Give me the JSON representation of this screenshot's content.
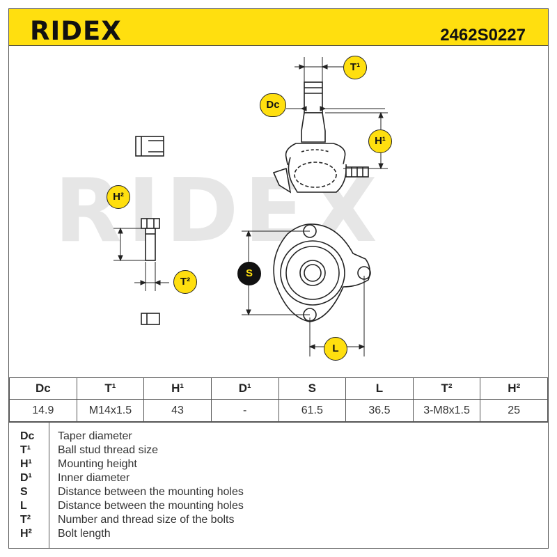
{
  "header": {
    "brand": "RIDEX",
    "part_number": "2462S0227"
  },
  "watermark": "RIDEX",
  "callouts": {
    "t1": "T¹",
    "dc": "Dc",
    "h1": "H¹",
    "h2": "H²",
    "t2": "T²",
    "s": "S",
    "l": "L"
  },
  "spec_table": {
    "headers": [
      "Dc",
      "T¹",
      "H¹",
      "D¹",
      "S",
      "L",
      "T²",
      "H²"
    ],
    "values": [
      "14.9",
      "M14x1.5",
      "43",
      "-",
      "61.5",
      "36.5",
      "3-M8x1.5",
      "25"
    ]
  },
  "legend": [
    {
      "key": "Dc",
      "desc": "Taper diameter"
    },
    {
      "key": "T¹",
      "desc": "Ball stud thread size"
    },
    {
      "key": "H¹",
      "desc": "Mounting height"
    },
    {
      "key": "D¹",
      "desc": "Inner diameter"
    },
    {
      "key": "S",
      "desc": "Distance between the mounting holes"
    },
    {
      "key": "L",
      "desc": "Distance between the mounting holes"
    },
    {
      "key": "T²",
      "desc": "Number and thread size of the bolts"
    },
    {
      "key": "H²",
      "desc": "Bolt length"
    }
  ],
  "colors": {
    "accent": "#ffdf0f",
    "line": "#222222",
    "watermark": "#e6e6e6"
  }
}
